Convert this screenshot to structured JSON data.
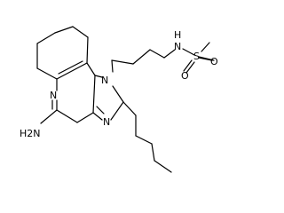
{
  "molecule": {
    "atoms": {
      "n_pyridine": "N",
      "n1_imidazole": "N",
      "n3_imidazole": "N",
      "amino": "H2N",
      "n_sulfonamide": "N",
      "h_sulfonamide": "H",
      "sulfur": "S",
      "oxygen_1": "O",
      "oxygen_2": "O"
    },
    "colors": {
      "bond": "#000000",
      "label": "#000000",
      "background": "#ffffff"
    }
  }
}
